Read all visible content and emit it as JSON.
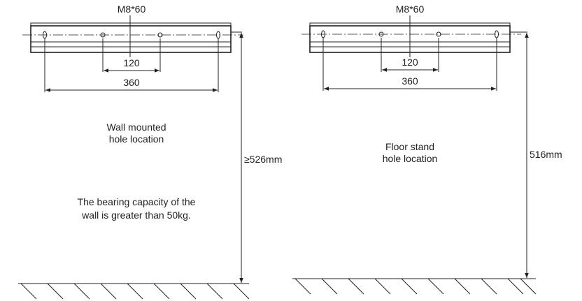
{
  "left_panel": {
    "bolt_label": "M8*60",
    "inner_dim": "120",
    "outer_dim": "360",
    "height_dim": "≥526mm",
    "caption_line1": "Wall mounted",
    "caption_line2": "hole location",
    "note_line1": "The bearing capacity of the",
    "note_line2": "wall is greater than 50kg."
  },
  "right_panel": {
    "bolt_label": "M8*60",
    "inner_dim": "120",
    "outer_dim": "360",
    "height_dim": "516mm",
    "caption_line1": "Floor stand",
    "caption_line2": "hole location"
  }
}
